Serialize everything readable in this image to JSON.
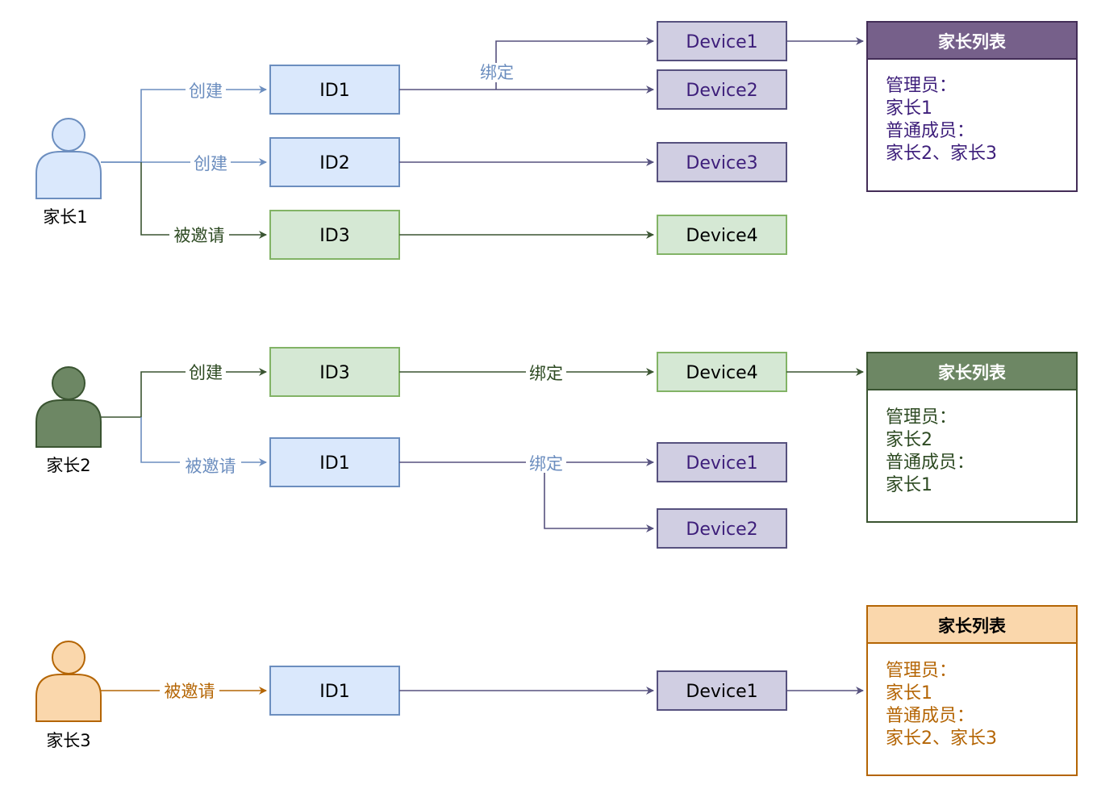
{
  "colors": {
    "blue_stroke": "#6c8ebf",
    "blue_fill": "#dae8fc",
    "green_stroke": "#82b366",
    "green_fill": "#d5e8d4",
    "purple_stroke": "#56517e",
    "purple_fill": "#d0cee2",
    "darkgreen": "#3a5431",
    "darkgreen_fill": "#6d8764",
    "purple_header": "#76608a",
    "orange_stroke": "#b46504",
    "orange_fill": "#fad7ac",
    "orange_text": "#b46504",
    "blue_text": "#6c8ebf",
    "purple_text": "#3d1e7a",
    "green_text": "#2d4a22"
  },
  "users": {
    "user1": {
      "label": "家长1"
    },
    "user2": {
      "label": "家长2"
    },
    "user3": {
      "label": "家长3"
    }
  },
  "ids": {
    "s1_id1": "ID1",
    "s1_id2": "ID2",
    "s1_id3": "ID3",
    "s2_id3": "ID3",
    "s2_id1": "ID1",
    "s3_id1": "ID1"
  },
  "devices": {
    "s1_d1": "Device1",
    "s1_d2": "Device2",
    "s1_d3": "Device3",
    "s1_d4": "Device4",
    "s2_d4": "Device4",
    "s2_d1": "Device1",
    "s2_d2": "Device2",
    "s3_d1": "Device1"
  },
  "edges": {
    "create": "创建",
    "invited": "被邀请",
    "bind": "绑定"
  },
  "lists": {
    "s1": {
      "title": "家长列表",
      "lines": [
        "管理员：",
        "家长1",
        "普通成员：",
        "家长2、家长3"
      ]
    },
    "s2": {
      "title": "家长列表",
      "lines": [
        "管理员：",
        "家长2",
        "普通成员：",
        "家长1"
      ]
    },
    "s3": {
      "title": "家长列表",
      "lines": [
        "管理员：",
        "家长1",
        "普通成员：",
        "家长2、家长3"
      ]
    }
  }
}
